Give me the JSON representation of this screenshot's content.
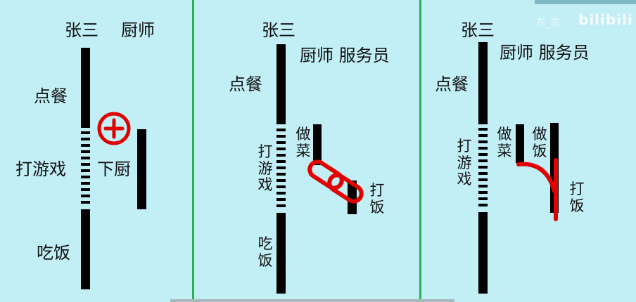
{
  "panel1": {
    "person": "张三",
    "role": "厨师",
    "task_order": "点餐",
    "task_game": "打游戏",
    "task_eat": "吃饭",
    "task_cook": "下厨",
    "plus_symbol": "+"
  },
  "panel2": {
    "person": "张三",
    "roles": "厨师 服务员",
    "task_order": "点餐",
    "task_game": "打游戏",
    "task_eat": "吃饭",
    "task_cook": "做菜",
    "task_serve": "打饭"
  },
  "panel3": {
    "person": "张三",
    "roles": "厨师 服务员",
    "task_order": "点餐",
    "task_game": "打游戏",
    "task_cook": "做菜",
    "task_cook_rice": "做饭",
    "task_serve": "打饭"
  },
  "watermark": {
    "user": "灰_灰",
    "logo": "bilibili"
  },
  "colors": {
    "background": "#c2eef5",
    "divider": "#2bb24c",
    "accent": "#e00000",
    "bar": "#000000"
  }
}
